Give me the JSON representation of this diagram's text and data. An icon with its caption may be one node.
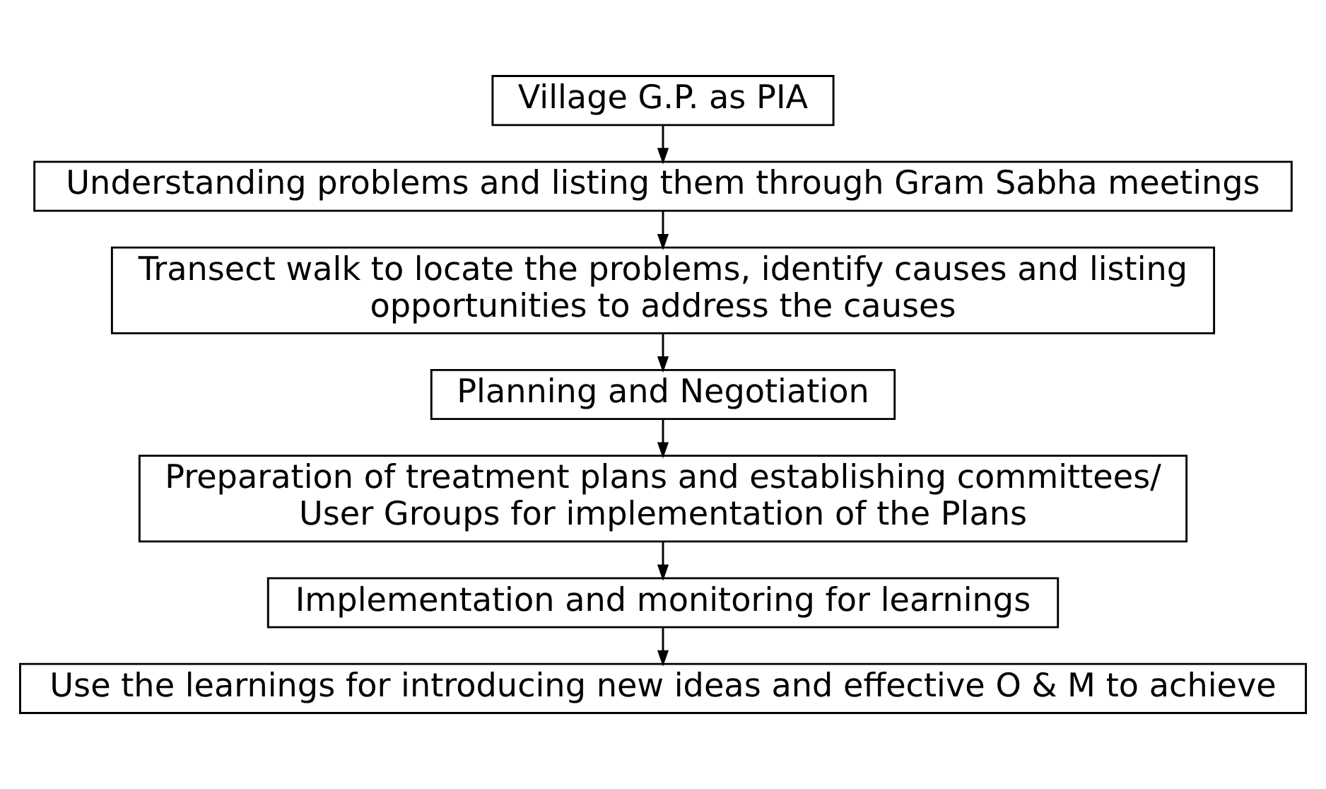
{
  "diagram": {
    "nodes": [
      {
        "text": [
          "Village G.P. as PIA"
        ]
      },
      {
        "text": [
          "Understanding problems and listing them through Gram Sabha meetings"
        ]
      },
      {
        "text": [
          "Transect walk to locate the problems, identify causes and listing opportunities to address the causes"
        ]
      },
      {
        "text": [
          "Planning and Negotiation"
        ]
      },
      {
        "text": [
          "Preparation of treatment plans and establishing committees/ User Groups for implementation of the Plans"
        ]
      },
      {
        "text": [
          "Implementation and monitoring for learnings"
        ]
      },
      {
        "text": [
          "Use the learnings for introducing new ideas and effective O & M to achieve"
        ]
      }
    ],
    "edges": [
      {
        "from": 0,
        "to": 1,
        "arrow": "to"
      },
      {
        "from": 1,
        "to": 2,
        "arrow": "to"
      },
      {
        "from": 2,
        "to": 3,
        "arrow": "to"
      },
      {
        "from": 3,
        "to": 4,
        "arrow": "to"
      },
      {
        "from": 4,
        "to": 5,
        "arrow": "to"
      },
      {
        "from": 5,
        "to": 6,
        "arrow": "to"
      }
    ]
  }
}
